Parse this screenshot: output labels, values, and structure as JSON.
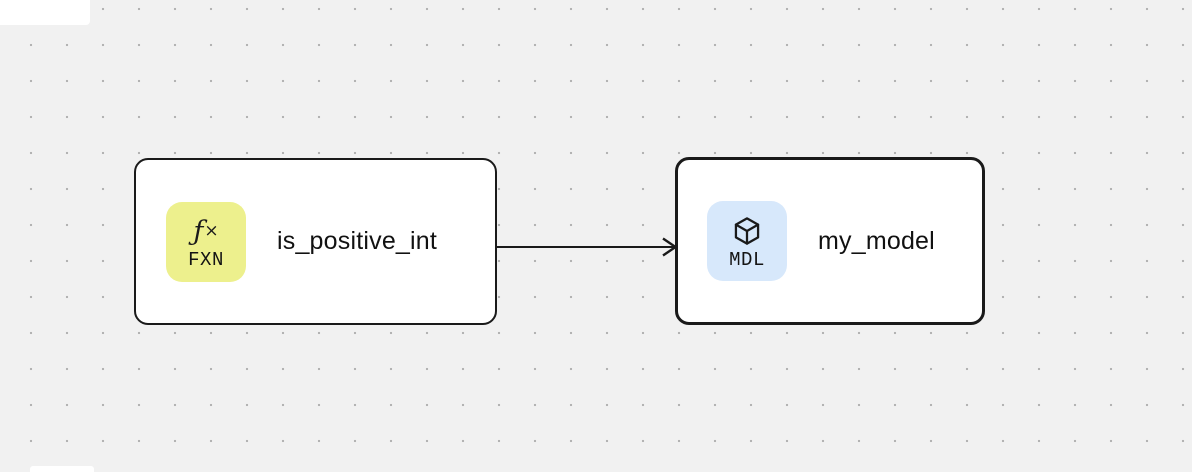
{
  "canvas": {
    "background_color": "#f1f1f1",
    "dot_color": "#b3b3b3"
  },
  "nodes": [
    {
      "id": "function-node",
      "label": "is_positive_int",
      "selected": false,
      "badge": {
        "icon": "function-icon",
        "icon_glyph": "ƒ",
        "icon_glyph_small": "×",
        "text": "FXN",
        "color": "#edf08d"
      }
    },
    {
      "id": "model-node",
      "label": "my_model",
      "selected": true,
      "badge": {
        "icon": "cube-icon",
        "text": "MDL",
        "color": "#d7e8fb"
      }
    }
  ],
  "edges": [
    {
      "from": "is_positive_int",
      "to": "my_model",
      "color": "#1a1a1a"
    }
  ]
}
